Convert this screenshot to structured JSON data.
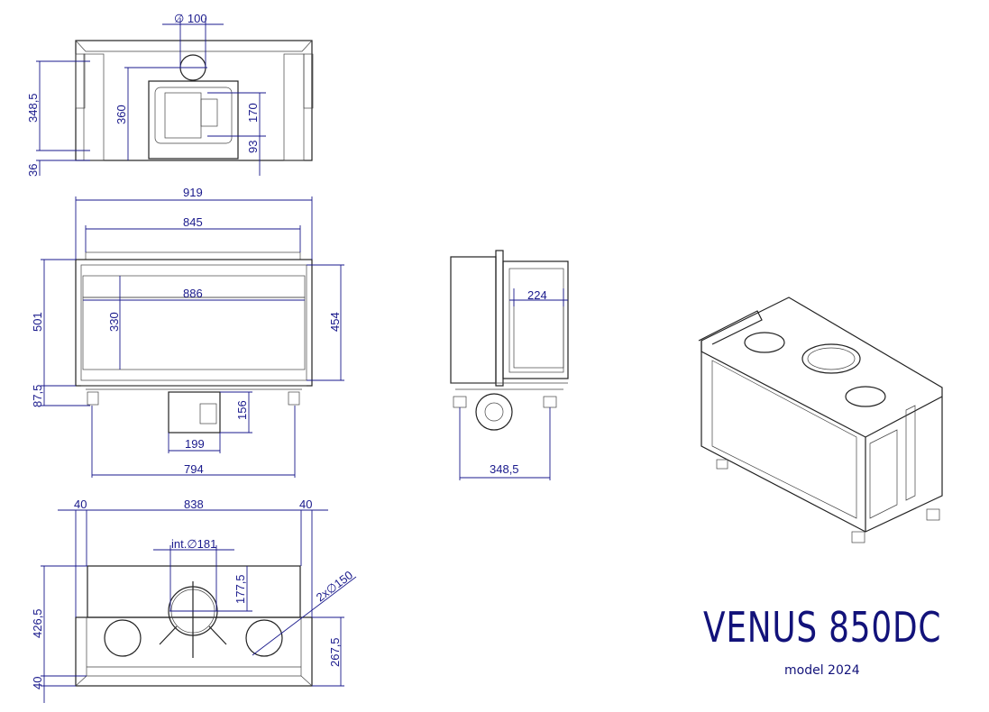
{
  "title": {
    "model_name": "VENUS 850DC",
    "model_year": "model 2024"
  },
  "top_view": {
    "dims": {
      "pipe_diameter": "∅ 100",
      "d1": "348,5",
      "d2": "360",
      "d3": "170",
      "d4": "93",
      "d5": "36"
    }
  },
  "front_view": {
    "dims": {
      "overall_width": "919",
      "top_width": "845",
      "glass_width": "886",
      "height": "501",
      "glass_height": "330",
      "side_height": "454",
      "feet": "87,5",
      "box_height": "156",
      "box_width": "199",
      "feet_span": "794"
    }
  },
  "side_view": {
    "dims": {
      "depth": "224",
      "feet_span": "348,5"
    }
  },
  "bottom_view": {
    "dims": {
      "left_margin": "40",
      "width": "838",
      "right_margin": "40",
      "int_diameter": "int.∅181",
      "offset": "177,5",
      "outlets": "2x∅150",
      "depth": "426,5",
      "outlet_offset": "267,5",
      "bottom_margin": "40"
    }
  },
  "colors": {
    "dimension": "#1a1a8c",
    "outline": "#222222"
  }
}
